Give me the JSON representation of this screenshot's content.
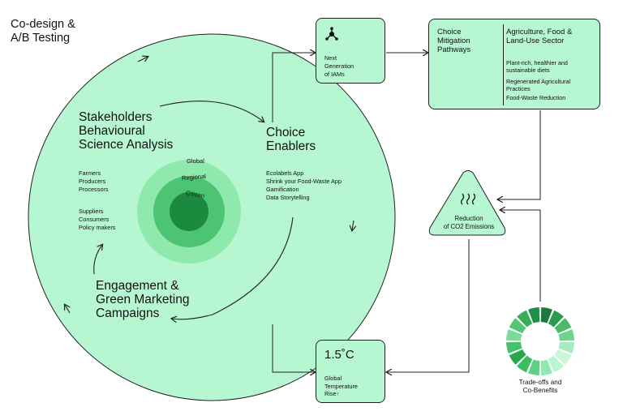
{
  "header": {
    "line1": "Co-design &",
    "line2": "A/B Testing"
  },
  "circle": {
    "stakeholders_title": [
      "Stakeholders",
      "Behavioural",
      "Science Analysis"
    ],
    "stakeholders_items_1": [
      "Farmers",
      "Producers",
      "Processors"
    ],
    "stakeholders_items_2": [
      "Suppliers",
      "Consumers",
      "Policy makers"
    ],
    "enablers_title": [
      "Choice",
      "Enablers"
    ],
    "enablers_items": [
      "Ecolabels App",
      "Shrink your Food-Waste App",
      "Gamification",
      "Data Storytelling"
    ],
    "engagement_title": [
      "Engagement &",
      "Green Marketing",
      "Campaigns"
    ],
    "rings": {
      "global": "Global",
      "regional": "Regional",
      "citizen": "Citizen"
    }
  },
  "iams": {
    "icon": "network-hub-icon",
    "lines": [
      "Next",
      "Generation",
      "of IAMs"
    ]
  },
  "pathways": {
    "title": [
      "Choice",
      "Mitigation",
      "Pathways"
    ],
    "sector_title": [
      "Agriculture, Food &",
      "Land-Use Sector"
    ],
    "items": [
      [
        "Plant-rich, healthier and",
        "sustainable diets"
      ],
      [
        "Regenerated Agricultural",
        "Practices"
      ],
      [
        "Food-Waste Reduction"
      ]
    ]
  },
  "reduction": {
    "icon": "heat-waves-icon",
    "lines": [
      "Reduction",
      "of CO2 Emissions"
    ]
  },
  "temperature": {
    "value": "1.5˚C",
    "lines": [
      "Global",
      "Temperature",
      "Rise↑"
    ]
  },
  "tradeoffs": {
    "icon": "segmented-ring-icon",
    "lines": [
      "Trade-offs and",
      "Co-Benefits"
    ],
    "segment_colors": [
      "#1b7a3d",
      "#2e9a4f",
      "#4bb968",
      "#6fd38c",
      "#a6ebbd",
      "#c8f6d6",
      "#b6f7d1",
      "#8fe8ac",
      "#5fcf80",
      "#3dbd62",
      "#2aa64f",
      "#44c26a",
      "#7bdc97",
      "#52c874",
      "#34ae59",
      "#1f9146"
    ]
  },
  "colors": {
    "mint": "#b6f7d1",
    "ring_outer": "#8fe8ac",
    "ring_mid": "#52c874",
    "ring_inner": "#1b8a3f",
    "stroke": "#222222"
  }
}
